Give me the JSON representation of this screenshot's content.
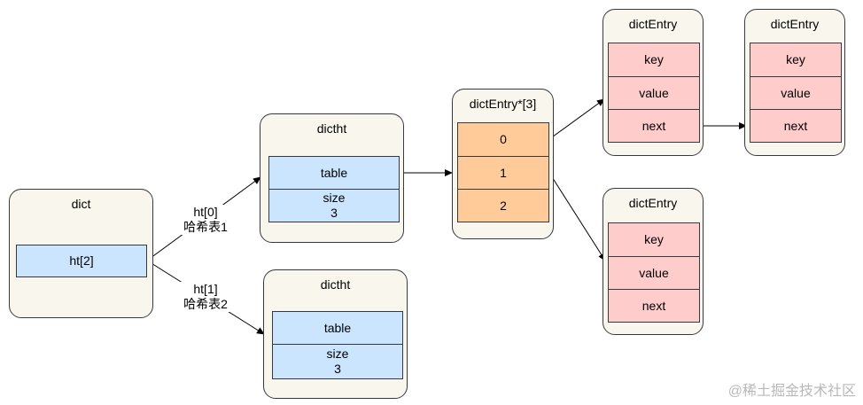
{
  "dict": {
    "title": "dict",
    "field": "ht[2]"
  },
  "edge_labels": {
    "ht0": {
      "line1": "ht[0]",
      "line2": "哈希表1"
    },
    "ht1": {
      "line1": "ht[1]",
      "line2": "哈希表2"
    }
  },
  "dictht_top": {
    "title": "dictht",
    "table": "table",
    "size": "size",
    "size_value": "3"
  },
  "dictht_bottom": {
    "title": "dictht",
    "table": "table",
    "size": "size",
    "size_value": "3"
  },
  "array": {
    "title": "dictEntry*[3]",
    "slots": [
      "0",
      "1",
      "2"
    ]
  },
  "entry_a": {
    "title": "dictEntry",
    "fields": [
      "key",
      "value",
      "next"
    ]
  },
  "entry_b": {
    "title": "dictEntry",
    "fields": [
      "key",
      "value",
      "next"
    ]
  },
  "entry_c": {
    "title": "dictEntry",
    "fields": [
      "key",
      "value",
      "next"
    ]
  },
  "watermark": "@稀土掘金技术社区",
  "colors": {
    "container": "#f9f7ed",
    "blue": "#cce5ff",
    "orange": "#ffcc99",
    "pink": "#ffcccc",
    "stroke": "#36393d"
  }
}
